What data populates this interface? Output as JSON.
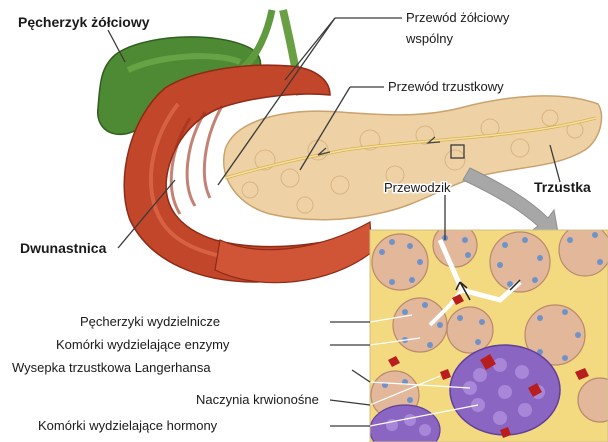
{
  "labels": {
    "gallbladder": "Pęcherzyk żółciowy",
    "common_bile_duct_line1": "Przewód żółciowy",
    "common_bile_duct_line2": "wspólny",
    "pancreatic_duct": "Przewód trzustkowy",
    "pancreas": "Trzustka",
    "duodenum": "Dwunastnica",
    "ductule": "Przewodzik",
    "acini": "Pęcherzyki wydzielnicze",
    "enzyme_cells": "Komórki wydzielające enzymy",
    "islet": "Wysepka trzustkowa Langerhansa",
    "blood_vessels": "Naczynia krwionośne",
    "hormone_cells": "Komórki wydzielające hormony"
  },
  "colors": {
    "gallbladder": "#4e8a33",
    "duodenum": "#c2462a",
    "duodenum_inner": "#d9573a",
    "pancreas": "#eed2a6",
    "duct": "#f4e1a0",
    "magnifier_bg": "#f3d980",
    "acinus": "#e3b79a",
    "islet": "#8a66c2",
    "vessel": "#b81e1e",
    "arrow": "#a7a7a7"
  }
}
